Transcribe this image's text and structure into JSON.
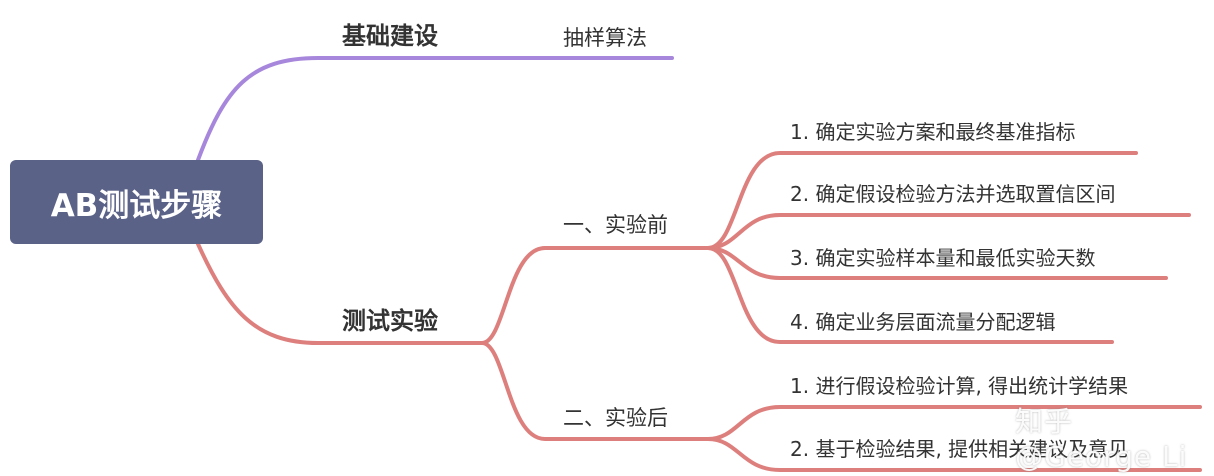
{
  "root": {
    "label": "AB测试步骤"
  },
  "branches": [
    {
      "label": "基础建设",
      "color": "#a787db",
      "children": [
        {
          "label": "抽样算法"
        }
      ]
    },
    {
      "label": "测试实验",
      "color": "#dd7f7d",
      "children": [
        {
          "label": "一、实验前",
          "children": [
            {
              "label": "1. 确定实验方案和最终基准指标"
            },
            {
              "label": "2. 确定假设检验方法并选取置信区间"
            },
            {
              "label": "3. 确定实验样本量和最低实验天数"
            },
            {
              "label": "4. 确定业务层面流量分配逻辑"
            }
          ]
        },
        {
          "label": "二、实验后",
          "children": [
            {
              "label": "1. 进行假设检验计算, 得出统计学结果"
            },
            {
              "label": "2. 基于检验结果, 提供相关建议及意见"
            }
          ]
        }
      ]
    }
  ],
  "watermark": "知乎 @George Li"
}
